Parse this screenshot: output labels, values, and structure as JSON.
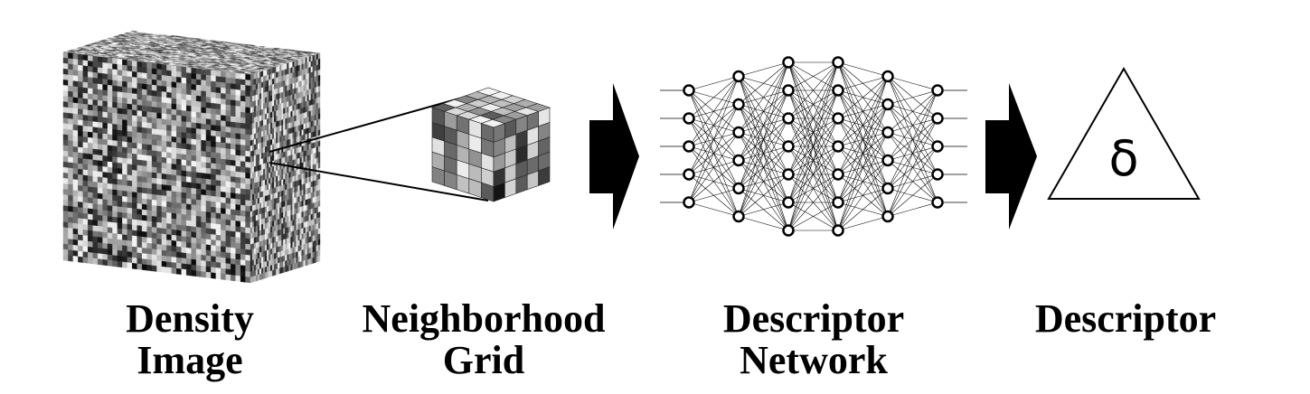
{
  "stages": [
    {
      "id": "density-image",
      "label_lines": [
        "Density",
        "Image"
      ]
    },
    {
      "id": "neighborhood-grid",
      "label_lines": [
        "Neighborhood",
        "Grid"
      ]
    },
    {
      "id": "descriptor-network",
      "label_lines": [
        "Descriptor",
        "Network"
      ]
    },
    {
      "id": "descriptor",
      "label_lines": [
        "Descriptor"
      ],
      "symbol": "δ"
    }
  ],
  "network": {
    "layer_sizes": [
      5,
      6,
      7,
      7,
      6,
      5
    ],
    "node_fill": "#ffffff",
    "node_stroke": "#000000",
    "edge_color": "#000000"
  },
  "colors": {
    "arrow": "#000000",
    "outline": "#000000",
    "background": "#ffffff"
  },
  "icons": [
    "density-cube-icon",
    "neighborhood-cube-icon",
    "arrow-icon",
    "triangle-icon"
  ]
}
